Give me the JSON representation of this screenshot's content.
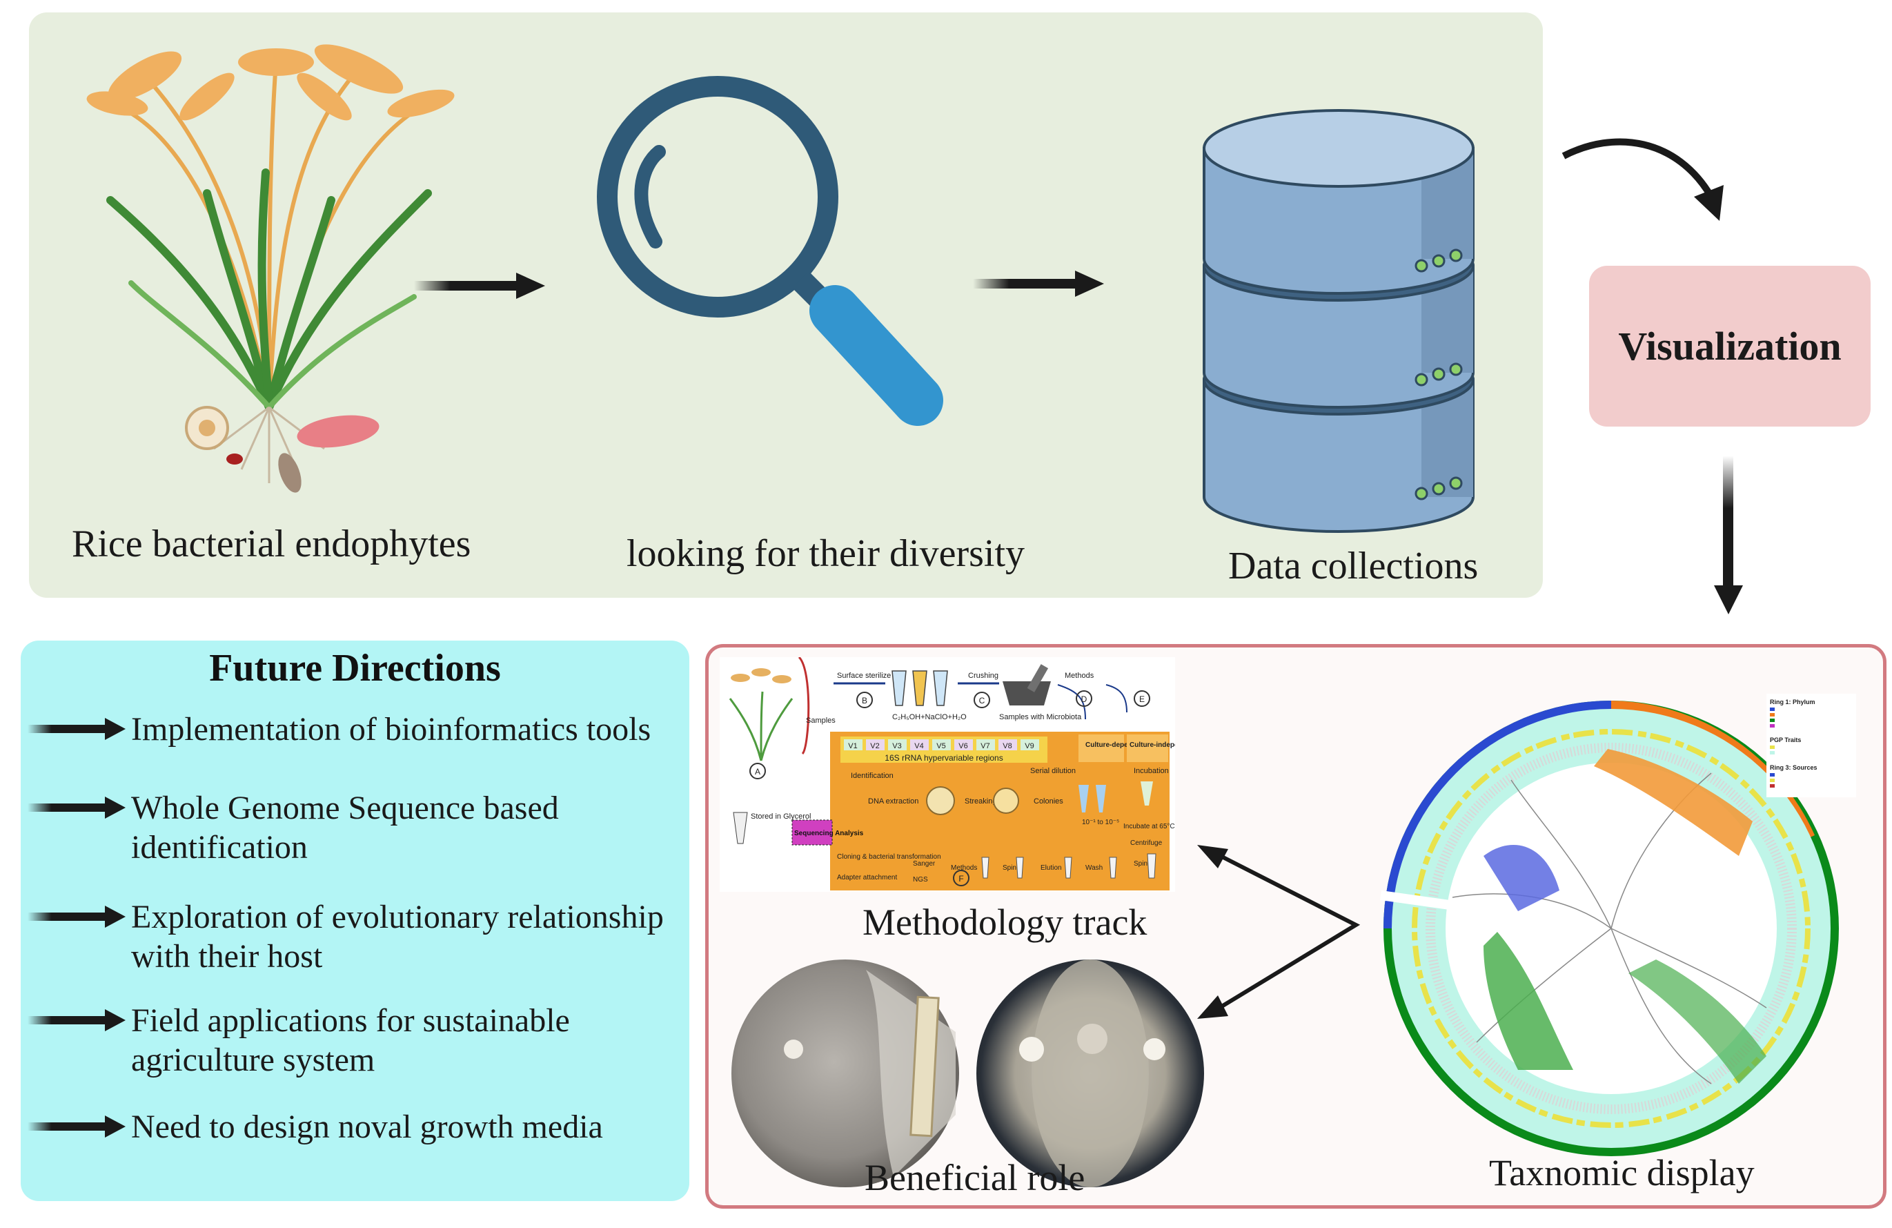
{
  "workflow": {
    "step1_label": "Rice bacterial endophytes",
    "step2_label": "looking for their diversity",
    "step3_label": "Data collections",
    "visualization_label": "Visualization"
  },
  "future_directions": {
    "title": "Future Directions",
    "items": [
      {
        "line1": "Implementation of bioinformatics tools",
        "line2": ""
      },
      {
        "line1": "Whole Genome Sequence based",
        "line2": "identification"
      },
      {
        "line1": "Exploration of evolutionary relationship",
        "line2": "with their host"
      },
      {
        "line1": "Field applications for sustainable",
        "line2": "agriculture system"
      },
      {
        "line1": "Need to design noval growth media",
        "line2": ""
      }
    ]
  },
  "results": {
    "methodology_caption": "Methodology track",
    "beneficial_caption": "Beneficial role",
    "taxonomic_caption": "Taxnomic display"
  },
  "methodology_figure": {
    "surface_sterilize": "Surface sterilize",
    "crushing": "Crushing",
    "methods": "Methods",
    "samples": "Samples",
    "chemicals": "C₂H₅OH+NaClO+H₂O",
    "samples_with_microbiota": "Samples with Microbiota",
    "regions": [
      "V1",
      "V2",
      "V3",
      "V4",
      "V5",
      "V6",
      "V7",
      "V8",
      "V9"
    ],
    "rrna_label": "16S rRNA hypervariable regions",
    "culture_dependent": "Culture-dependent",
    "culture_independent": "Culture-independent",
    "serial_dilution": "Serial dilution",
    "incubation": "Incubation",
    "identification": "Identification",
    "dna_extraction": "DNA extraction",
    "streaking": "Streaking",
    "colonies": "Colonies",
    "dilution_range": "10⁻¹ to 10⁻⁵",
    "incubate": "Incubate at 65°C",
    "centrifuge": "Centrifuge",
    "stored_in": "Stored in Glycerol",
    "sequencing": "Sequencing Analysis",
    "cloning": "Cloning & bacterial transformation",
    "sanger": "Sanger",
    "methods2": "Methods",
    "spin": "Spin",
    "elution": "Elution",
    "wash": "Wash",
    "adapter": "Adapter attachment",
    "ngs": "NGS",
    "step_letters": [
      "A",
      "B",
      "C",
      "D",
      "E",
      "F"
    ]
  },
  "tree_legend": {
    "ring1_title": "Ring 1: Phylum",
    "pgp_title": "PGP Traits",
    "ring3_title": "Ring 3: Sources"
  },
  "colors": {
    "panel_bg": "#e7eede",
    "visualization_bg": "#f2cccc",
    "future_bg": "#b3f5f5",
    "results_border": "#d27a80",
    "magnifier_dark": "#2f5a78",
    "magnifier_handle": "#3395cf",
    "database": "#8aadd0",
    "methodology_orange": "#f0a030"
  }
}
